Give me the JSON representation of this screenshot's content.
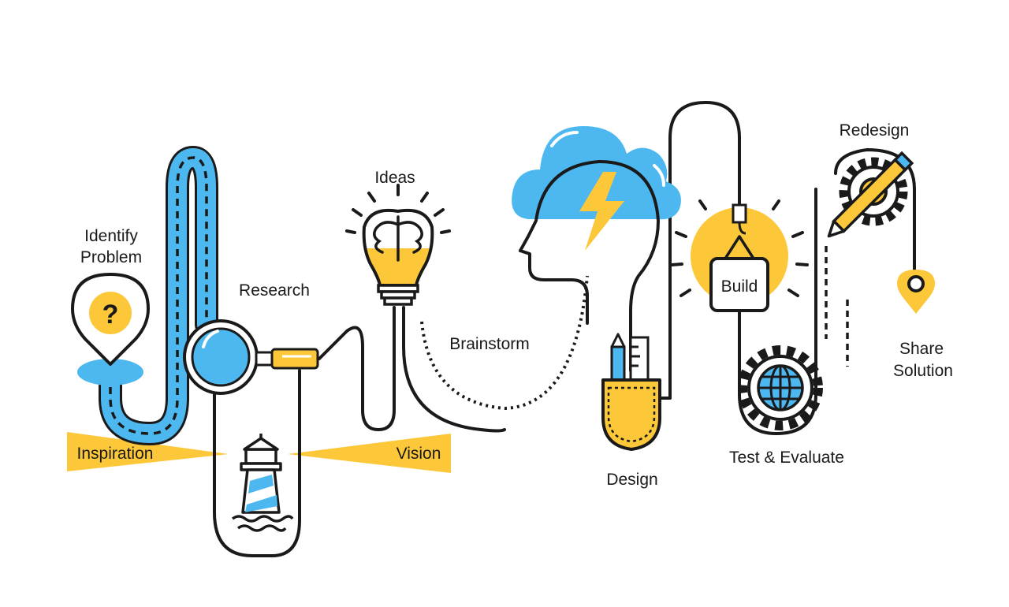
{
  "labels": {
    "identify_line1": "Identify",
    "identify_line2": "Problem",
    "research": "Research",
    "ideas": "Ideas",
    "brainstorm": "Brainstorm",
    "inspiration": "Inspiration",
    "vision": "Vision",
    "design": "Design",
    "build": "Build",
    "test_evaluate": "Test & Evaluate",
    "redesign": "Redesign",
    "share_line1": "Share",
    "share_line2": "Solution",
    "question_mark": "?"
  },
  "colors": {
    "ink": "#1a1a1a",
    "blue": "#4db8f0",
    "yellow": "#fcc83a",
    "white": "#ffffff"
  },
  "icons": [
    "question-pin-icon",
    "magnifier-icon",
    "lightbulb-brain-icon",
    "cloud-head-icon",
    "lightning-icon",
    "lighthouse-icon",
    "pencil-ruler-pocket-icon",
    "crane-box-icon",
    "globe-gear-icon",
    "gear-pencil-icon",
    "location-pin-icon"
  ]
}
